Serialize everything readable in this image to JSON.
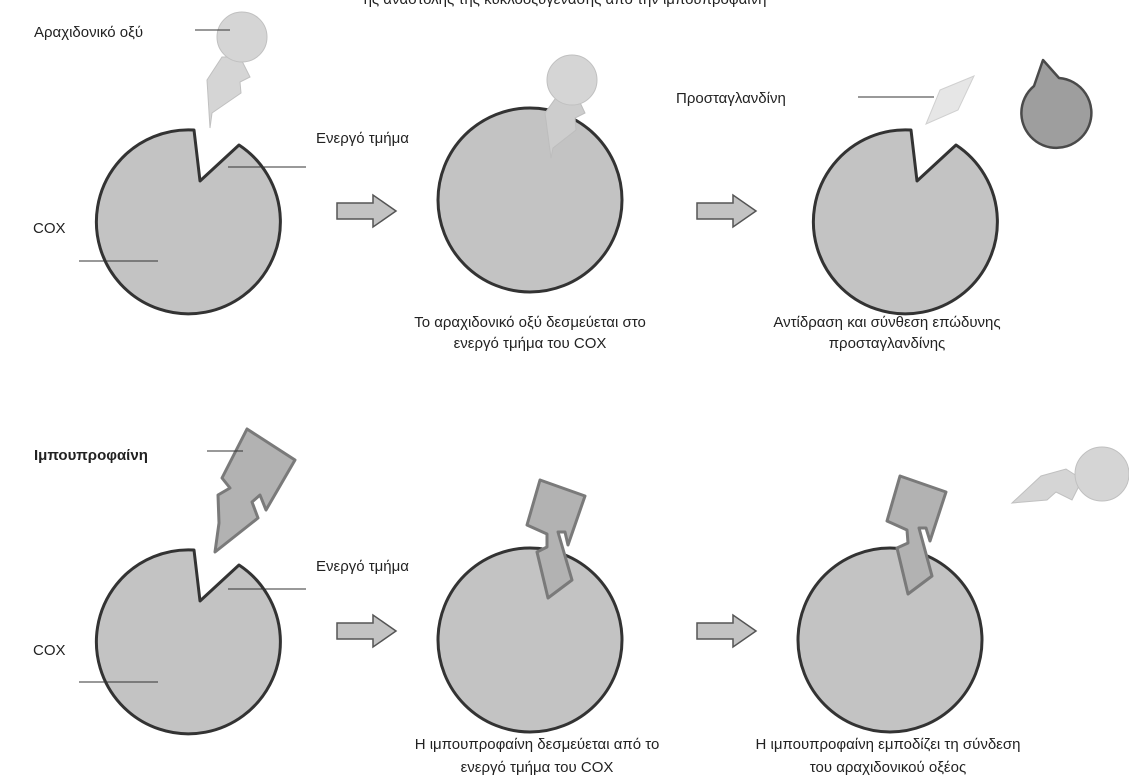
{
  "top_title_fragment": "ης αναστολής της κυκλοοξυγενάσης από την ιμπουπροφαίνη",
  "top_row": {
    "molecule_label": "Αραχιδονικό οξύ",
    "enzyme_label": "COX",
    "active_site_label": "Ενεργό τμήμα",
    "product_label": "Προσταγλανδίνη",
    "caption_step2_line1": "Το αραχιδονικό οξύ δεσμεύεται στο",
    "caption_step2_line2": "ενεργό τμήμα του COX",
    "caption_step3_line1": "Αντίδραση και σύνθεση επώδυνης",
    "caption_step3_line2": "προσταγλανδίνης"
  },
  "bottom_row": {
    "inhibitor_label": "Ιμπουπροφαίνη",
    "enzyme_label": "COX",
    "active_site_label": "Ενεργό τμήμα",
    "caption_step2_line1": "Η ιμπουπροφαίνη δεσμεύεται από το",
    "caption_step2_line2": "ενεργό τμήμα του COX",
    "caption_step3_line1": "Η ιμπουπροφαίνη εμποδίζει τη σύνδεση",
    "caption_step3_line2": "του αραχιδονικού οξέος"
  },
  "colors": {
    "enzyme_fill": "#c3c3c3",
    "enzyme_stroke": "#333333",
    "arachidonic_fill": "#d5d5d5",
    "prostaglandin_fill": "#e6e6e6",
    "ibuprofen_fill": "#b2b2b2",
    "ibuprofen_stroke": "#7a7a7a",
    "arrow_fill": "#c3c3c3",
    "arrow_stroke": "#555555"
  }
}
